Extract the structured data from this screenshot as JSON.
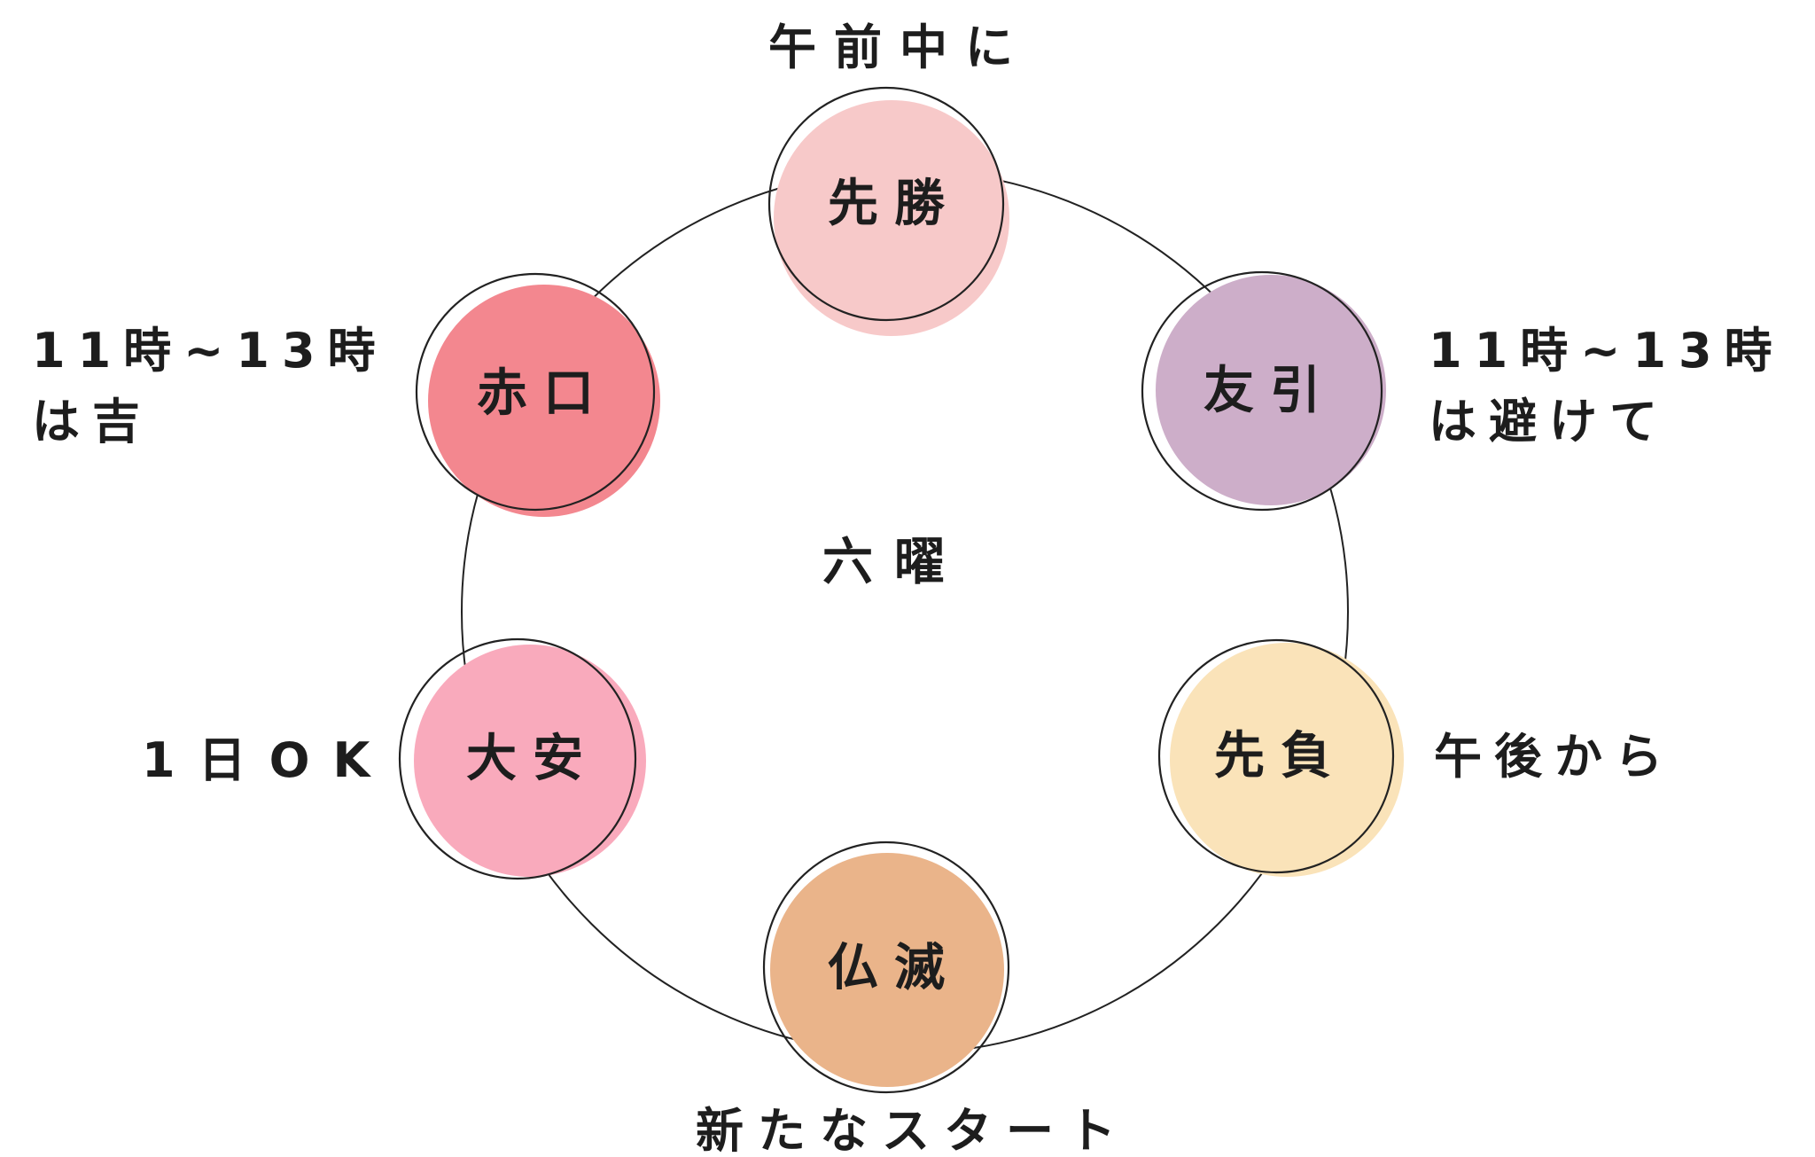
{
  "diagram": {
    "center_label": "六曜",
    "ring_color": "#222222",
    "text_color": "#1d1d1d",
    "background": "#ffffff",
    "nodes": [
      {
        "position": "top",
        "name": "先勝",
        "color": "#f7c9c9",
        "note": "午前中に"
      },
      {
        "position": "top-right",
        "name": "友引",
        "color": "#cdaec9",
        "note": "11時~13時は避けて",
        "note_lines": [
          "11時~13時",
          "は避けて"
        ]
      },
      {
        "position": "bottom-right",
        "name": "先負",
        "color": "#fae3b9",
        "note": "午後から"
      },
      {
        "position": "bottom",
        "name": "仏滅",
        "color": "#eab48a",
        "note": "新たなスタート"
      },
      {
        "position": "bottom-left",
        "name": "大安",
        "color": "#f9aabc",
        "note": "1日OK"
      },
      {
        "position": "top-left",
        "name": "赤口",
        "color": "#f3878f",
        "note": "11時~13時は吉",
        "note_lines": [
          "11時~13時",
          "は吉"
        ]
      }
    ]
  }
}
